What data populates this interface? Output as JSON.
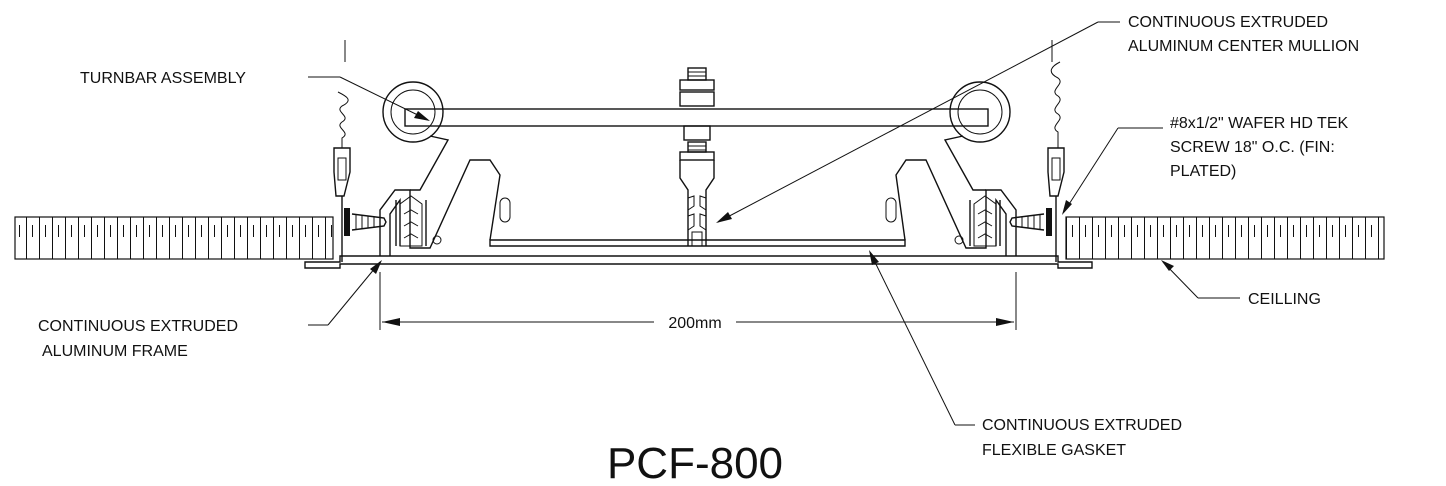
{
  "title": "PCF-800",
  "labels": {
    "turnbar": "TURNBAR ASSEMBLY",
    "mullion_line1": "CONTINUOUS EXTRUDED",
    "mullion_line2": "ALUMINUM CENTER MULLION",
    "screw_line1": "#8x1/2\" WAFER HD TEK",
    "screw_line2": "SCREW 18\" O.C.  (FIN:",
    "screw_line3": "PLATED)",
    "ceiling": "CEILLING",
    "frame_line1": "CONTINUOUS EXTRUDED",
    "frame_line2": "ALUMINUM FRAME",
    "gasket_line1": "CONTINUOUS EXTRUDED",
    "gasket_line2": "FLEXIBLE GASKET"
  },
  "dimension": {
    "text": "200mm"
  }
}
